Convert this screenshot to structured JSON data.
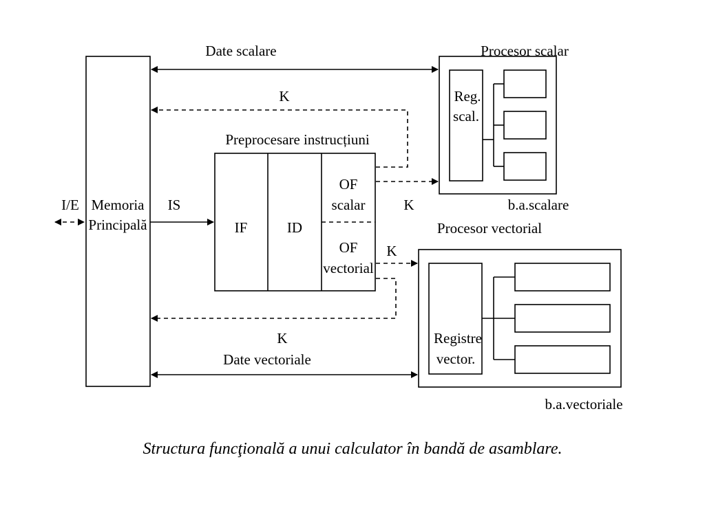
{
  "diagram": {
    "labels": {
      "date_scalare": "Date scalare",
      "procesor_scalar": "Procesor scalar",
      "k_top": "K",
      "preprocesare": "Preprocesare instrucțiuni",
      "reg_scal_line1": "Reg.",
      "reg_scal_line2": "scal.",
      "ie": "I/E",
      "memoria_line1": "Memoria",
      "memoria_line2": "Principală",
      "is": "IS",
      "if": "IF",
      "id": "ID",
      "of_scalar_line1": "OF",
      "of_scalar_line2": "scalar",
      "k_scalar": "K",
      "ba_scalare": "b.a.scalare",
      "procesor_vectorial": "Procesor vectorial",
      "of_vectorial_line1": "OF",
      "of_vectorial_line2": "vectorial",
      "k_vectorial": "K",
      "registre_line1": "Registre",
      "registre_line2": "vector.",
      "k_bottom": "K",
      "date_vectoriale": "Date vectoriale",
      "ba_vectoriale": "b.a.vectoriale"
    }
  },
  "caption": "Structura funcţională a unui calculator în bandă de asamblare."
}
